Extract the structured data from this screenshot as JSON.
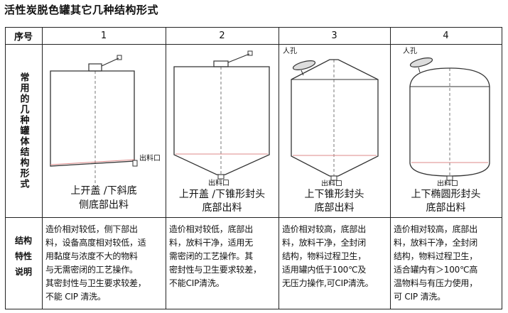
{
  "title": "活性炭脱色罐其它几种结构形式",
  "table": {
    "header_label": "序号",
    "columns": [
      "1",
      "2",
      "3",
      "4"
    ],
    "row_label_structure": "常用的几种罐体结构形式",
    "row_label_features": [
      "结构",
      "特性",
      "说明"
    ],
    "diagram_labels": {
      "outlet": "出料口",
      "manhole": "人孔"
    },
    "captions": [
      [
        "上开盖 /下斜底",
        "侧底部出料"
      ],
      [
        "上开盖 /下锥形封头",
        "底部出料"
      ],
      [
        "上下锥形封头",
        "底部出料"
      ],
      [
        "上下椭圆形封头",
        "底部出料"
      ]
    ],
    "descriptions": [
      [
        "造价相对较低，侧下部出",
        "料，设备高度相对较低，适",
        "用黏度与浓度不大的物料",
        "与无需密闭的工艺操作。",
        "其密封性与卫生要求较差，",
        "不能 CIP 清洗。"
      ],
      [
        "造价相对较低，底部出",
        "料，放料干净，适用无",
        "需密闭的工艺操作。其",
        "密封性与卫生要求较差，",
        "不能CIP清洗。"
      ],
      [
        "造价相对较高，底部出",
        "料，放料干净，全封闭",
        "结构，物料过程卫生，",
        "适用罐内低于100℃及",
        "无压力操作,可CIP清洗。"
      ],
      [
        "造价相对较高，底部出",
        "料，放料干净，全封闭",
        "结构，物料过程卫生，",
        "适合罐内有＞100℃高",
        "温物料与有压力使用，",
        "可 CIP 清洗。"
      ]
    ]
  }
}
